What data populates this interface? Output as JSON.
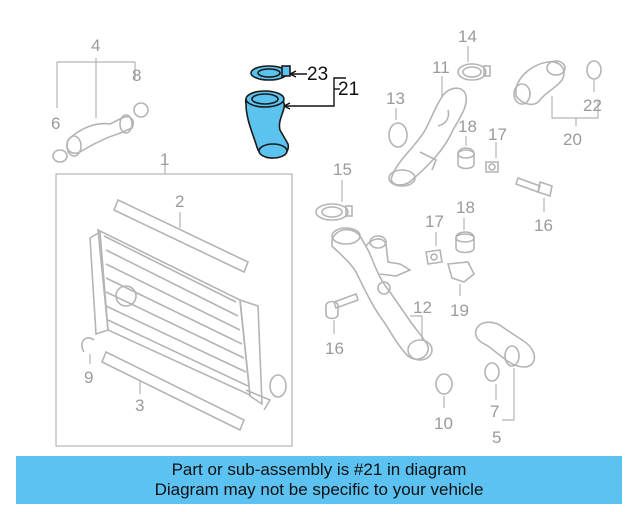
{
  "callouts": {
    "c1": "1",
    "c2": "2",
    "c3": "3",
    "c4": "4",
    "c5": "5",
    "c6": "6",
    "c7": "7",
    "c8": "8",
    "c9": "9",
    "c10": "10",
    "c11": "11",
    "c12": "12",
    "c13": "13",
    "c14": "14",
    "c15": "15",
    "c16a": "16",
    "c16b": "16",
    "c17a": "17",
    "c17b": "17",
    "c18a": "18",
    "c18b": "18",
    "c19": "19",
    "c20": "20",
    "c21": "21",
    "c22": "22",
    "c23": "23"
  },
  "highlight_color": "#5cc3ef",
  "banner": {
    "line1": "Part or sub-assembly is #21 in diagram",
    "line2": "Diagram may not be specific to your vehicle",
    "background": "#5bc2f1"
  }
}
